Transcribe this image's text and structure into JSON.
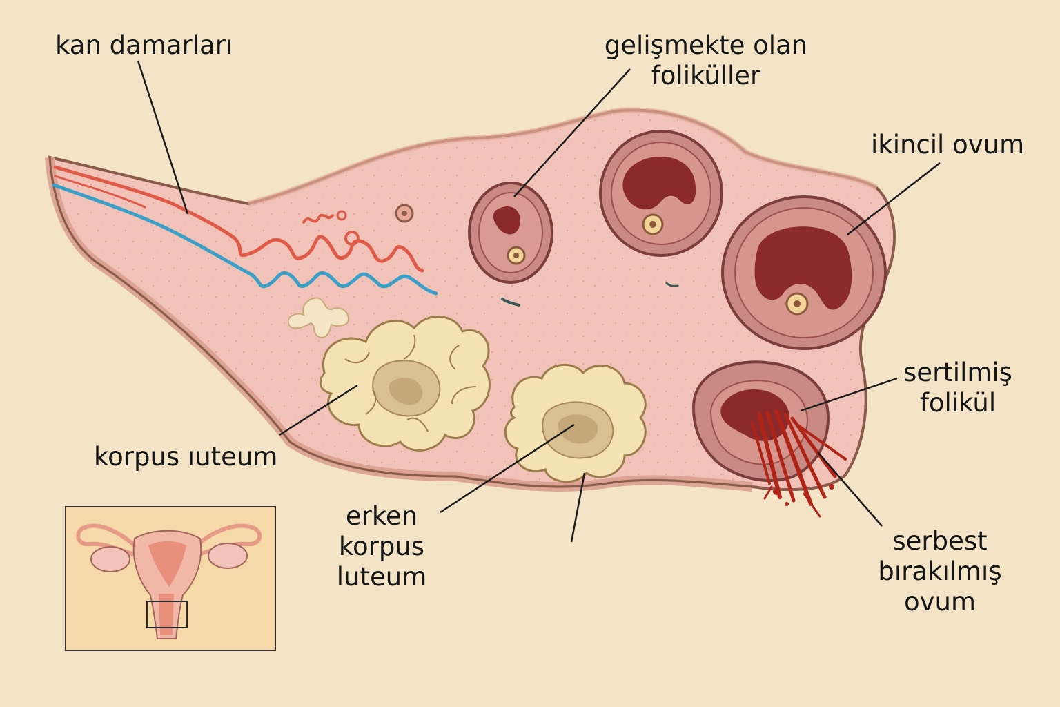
{
  "labels": {
    "blood_vessels": "kan damarları",
    "developing_follicles_line1": "gelişmekte olan",
    "developing_follicles_line2": "foliküller",
    "secondary_ovum": "ikincil ovum",
    "ruptured_follicle_line1": "sertilmiş",
    "ruptured_follicle_line2": "folikül",
    "corpus_luteum": "korpus ıuteum",
    "early_corpus_luteum_line1": "erken",
    "early_corpus_luteum_line2": "korpus",
    "early_corpus_luteum_line3": "luteum",
    "released_ovum_line1": "serbest",
    "released_ovum_line2": "bırakılmış",
    "released_ovum_line3": "ovum"
  },
  "colors": {
    "background": "#f3e3c7",
    "ovary_tissue": "#f1c3b8",
    "ovary_outline": "#8a5a4a",
    "artery": "#e05a48",
    "vein": "#3aa0c8",
    "follicle_wall": "#c98a84",
    "follicle_cavity": "#8b2a2a",
    "corpus_luteum": "#f4e2b4",
    "blood": "#b02418",
    "leader_line": "#1a1a1a"
  }
}
